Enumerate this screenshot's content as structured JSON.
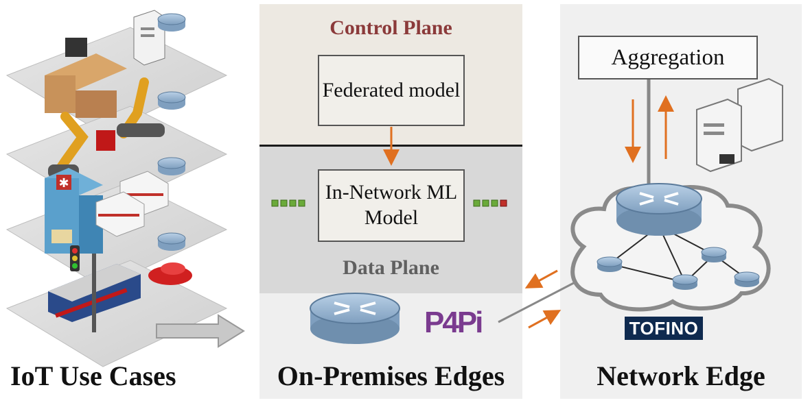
{
  "labels": {
    "control_plane": "Control Plane",
    "federated_model": "Federated model",
    "in_network": "In-Network ML Model",
    "data_plane": "Data Plane",
    "aggregation": "Aggregation",
    "tofino": "TOFINO",
    "p4pi": "P4Pi",
    "iot_use_cases": "IoT Use Cases",
    "on_premises_edges": "On-Premises Edges",
    "network_edge": "Network Edge"
  },
  "colors": {
    "control_plane_title": "#8b3a3a",
    "arrow_orange": "#e07020",
    "router_blue": "#8fb0cf",
    "packet_green": "#6aaa3a",
    "packet_red": "#c0302a"
  }
}
